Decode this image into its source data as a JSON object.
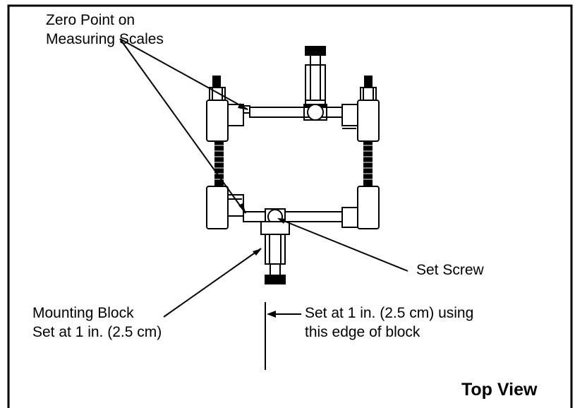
{
  "labels": {
    "zero_point_line1": "Zero Point on",
    "zero_point_line2": "Measuring Scales",
    "set_screw": "Set Screw",
    "mounting_block_line1": "Mounting Block",
    "mounting_block_line2": "Set at 1 in. (2.5 cm)",
    "edge_note_line1": "Set at 1 in. (2.5 cm) using",
    "edge_note_line2": "this edge of block",
    "view_title": "Top View"
  },
  "colors": {
    "line": "#000000",
    "background": "#ffffff"
  }
}
